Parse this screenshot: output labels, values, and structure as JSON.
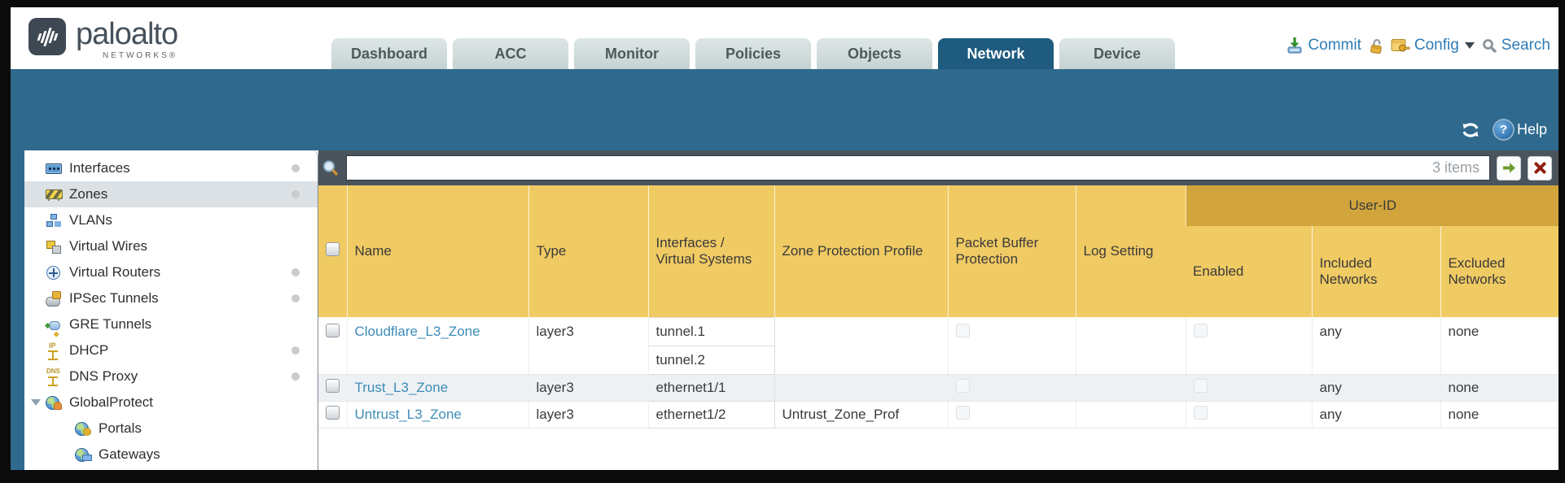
{
  "brand": {
    "name": "paloalto",
    "sub": "NETWORKS®"
  },
  "nav_tabs": [
    {
      "label": "Dashboard",
      "active": false
    },
    {
      "label": "ACC",
      "active": false
    },
    {
      "label": "Monitor",
      "active": false
    },
    {
      "label": "Policies",
      "active": false
    },
    {
      "label": "Objects",
      "active": false
    },
    {
      "label": "Network",
      "active": true
    },
    {
      "label": "Device",
      "active": false
    }
  ],
  "utilities": {
    "commit_label": "Commit",
    "config_label": "Config",
    "search_label": "Search",
    "help_label": "Help"
  },
  "sidebar": {
    "items": [
      {
        "label": "Interfaces",
        "icon": "interfaces-icon",
        "dot": true,
        "selected": false
      },
      {
        "label": "Zones",
        "icon": "zones-icon",
        "dot": true,
        "selected": true
      },
      {
        "label": "VLANs",
        "icon": "vlans-icon",
        "dot": false,
        "selected": false
      },
      {
        "label": "Virtual Wires",
        "icon": "virtual-wires-icon",
        "dot": false,
        "selected": false
      },
      {
        "label": "Virtual Routers",
        "icon": "virtual-routers-icon",
        "dot": true,
        "selected": false
      },
      {
        "label": "IPSec Tunnels",
        "icon": "ipsec-tunnels-icon",
        "dot": true,
        "selected": false
      },
      {
        "label": "GRE Tunnels",
        "icon": "gre-tunnels-icon",
        "dot": false,
        "selected": false
      },
      {
        "label": "DHCP",
        "icon": "dhcp-icon",
        "dot": true,
        "selected": false
      },
      {
        "label": "DNS Proxy",
        "icon": "dns-proxy-icon",
        "dot": true,
        "selected": false
      },
      {
        "label": "GlobalProtect",
        "icon": "globalprotect-icon",
        "dot": false,
        "selected": false,
        "expanded": true
      },
      {
        "label": "Portals",
        "icon": "portals-icon",
        "dot": false,
        "selected": false,
        "child": true
      },
      {
        "label": "Gateways",
        "icon": "gateways-icon",
        "dot": false,
        "selected": false,
        "child": true
      }
    ]
  },
  "toolbar": {
    "items_count": "3 items",
    "search_value": ""
  },
  "table": {
    "group_header": "User-ID",
    "columns": {
      "name": "Name",
      "type": "Type",
      "interfaces": "Interfaces / Virtual Systems",
      "zpp": "Zone Protection Profile",
      "pbp": "Packet Buffer Protection",
      "log": "Log Setting",
      "enabled": "Enabled",
      "included": "Included Networks",
      "excluded": "Excluded Networks"
    },
    "rows": [
      {
        "name": "Cloudflare_L3_Zone",
        "type": "layer3",
        "interfaces": [
          "tunnel.1",
          "tunnel.2"
        ],
        "zone_protection_profile": "",
        "log_setting": "",
        "packet_buffer_protection": false,
        "enabled": false,
        "included_networks": "any",
        "excluded_networks": "none"
      },
      {
        "name": "Trust_L3_Zone",
        "type": "layer3",
        "interfaces": [
          "ethernet1/1"
        ],
        "zone_protection_profile": "",
        "log_setting": "",
        "packet_buffer_protection": false,
        "enabled": false,
        "included_networks": "any",
        "excluded_networks": "none"
      },
      {
        "name": "Untrust_L3_Zone",
        "type": "layer3",
        "interfaces": [
          "ethernet1/2"
        ],
        "zone_protection_profile": "Untrust_Zone_Prof",
        "log_setting": "",
        "packet_buffer_protection": false,
        "enabled": false,
        "included_networks": "any",
        "excluded_networks": "none"
      }
    ]
  },
  "colors": {
    "accent_teal": "#2f6a8e",
    "active_tab": "#1e5b7e",
    "header_gold": "#f0ca63",
    "group_gold": "#d2a43c",
    "link_blue": "#3d8cb8"
  }
}
